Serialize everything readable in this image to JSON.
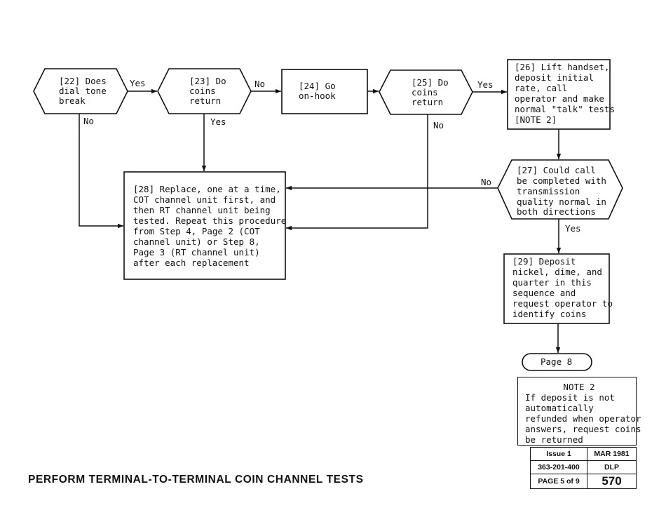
{
  "footer": {
    "title": "PERFORM TERMINAL-TO-TERMINAL COIN CHANNEL TESTS"
  },
  "steps": {
    "s22": [
      "[22] Does",
      "dial tone",
      "break"
    ],
    "s23": [
      "[23] Do",
      "coins",
      "return"
    ],
    "s24": [
      "[24] Go",
      "on-hook"
    ],
    "s25": [
      "[25] Do",
      "coins",
      "return"
    ],
    "s26": [
      "[26] Lift handset,",
      "deposit initial",
      "rate, call",
      "operator and make",
      "normal \"talk\" tests",
      "[NOTE 2]"
    ],
    "s27": [
      "[27] Could call",
      "be completed with",
      "transmission",
      "quality normal in",
      "both directions"
    ],
    "s28": [
      "[28] Replace, one at a time,",
      "COT channel unit first, and",
      "then RT channel unit being",
      "tested. Repeat this procedure",
      "from Step 4, Page 2 (COT",
      "channel unit) or Step 8,",
      "Page 3 (RT channel unit)",
      "after each replacement"
    ],
    "s29": [
      "[29] Deposit",
      "nickel, dime, and",
      "quarter in this",
      "sequence and",
      "request operator to",
      "identify coins"
    ]
  },
  "connector": {
    "label": "Page 8"
  },
  "labels": {
    "yes_22_23": "Yes",
    "no_22": "No",
    "no_23_24": "No",
    "yes_23": "Yes",
    "yes_25_26": "Yes",
    "no_25": "No",
    "no_27": "No",
    "yes_27": "Yes"
  },
  "note": {
    "title": "NOTE 2",
    "lines": [
      "If deposit is not",
      "automatically",
      "refunded when operator",
      "answers, request coins",
      "be returned"
    ]
  },
  "issue": {
    "issue_label": "Issue 1",
    "date": "MAR 1981",
    "doc_number": "363-201-400",
    "dlp_label": "DLP",
    "page": "PAGE 5 of 9",
    "dlp_number": "570"
  }
}
